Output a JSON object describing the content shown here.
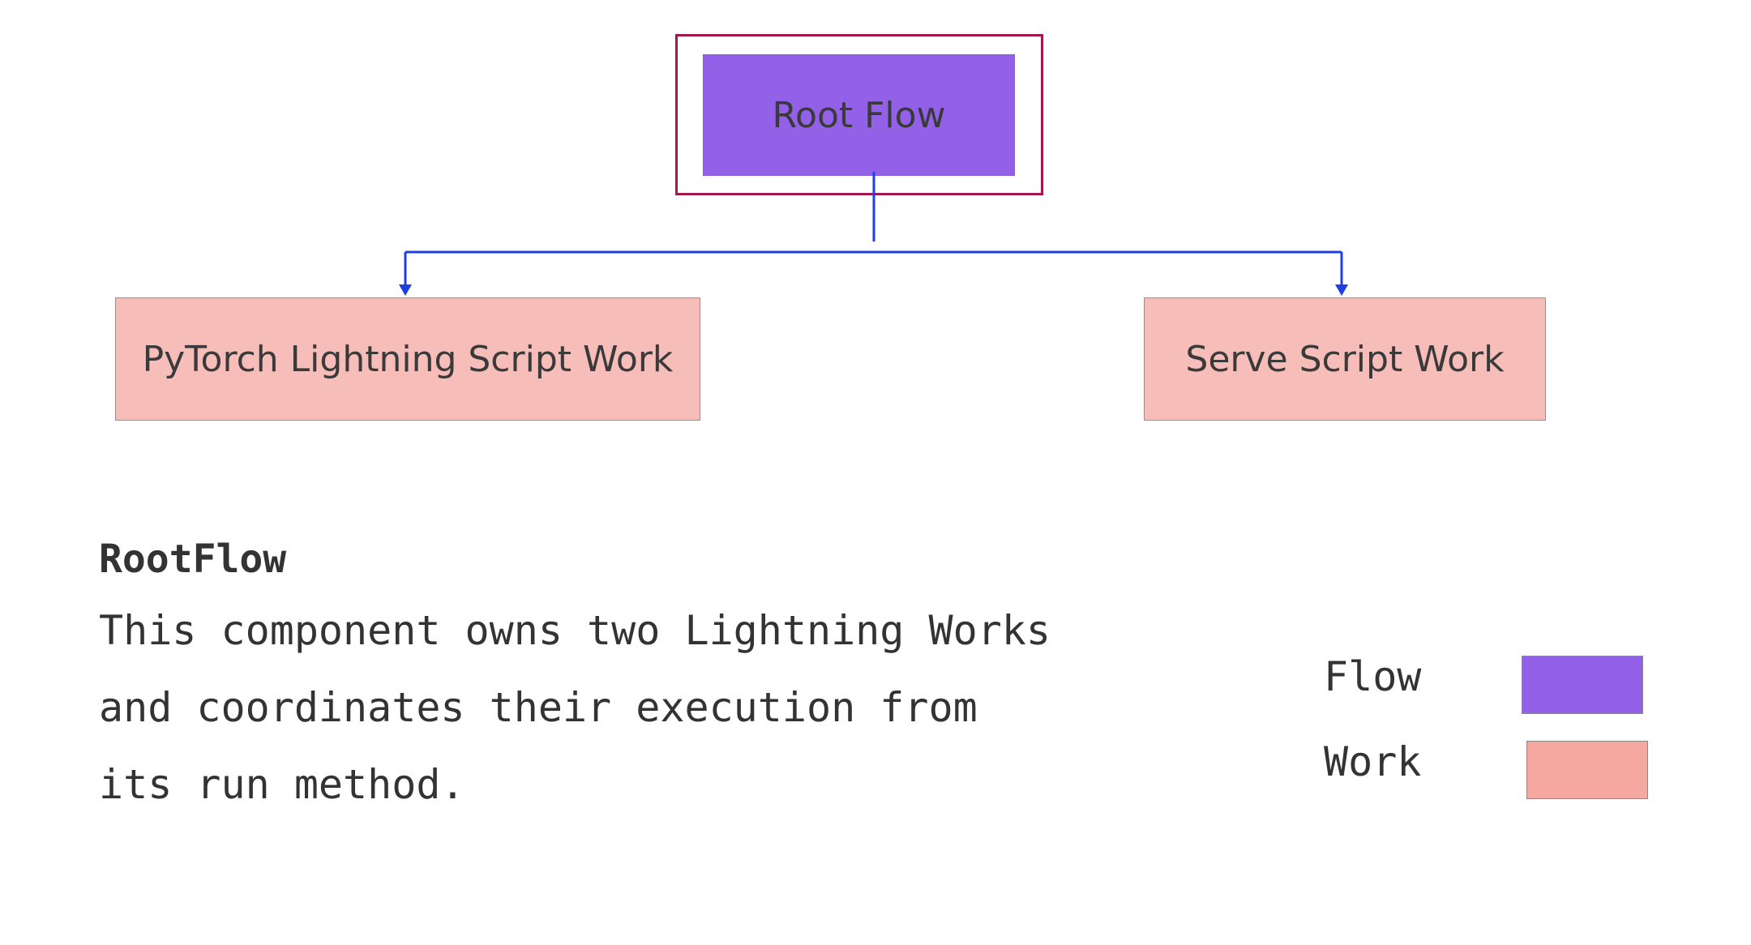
{
  "diagram": {
    "root": {
      "label": "Root Flow",
      "fill": "#9360e8",
      "selection_color": "#a3174f"
    },
    "children": [
      {
        "label": "PyTorch Lightning Script Work",
        "fill": "#f7bdb8"
      },
      {
        "label": "Serve Script Work",
        "fill": "#f7bdb8"
      }
    ],
    "edge_color": "#1f3fe0"
  },
  "description": {
    "title": "RootFlow",
    "lines": [
      "This component owns two Lightning Works",
      "and coordinates their execution from",
      "its run method."
    ]
  },
  "legend": {
    "items": [
      {
        "label": "Flow",
        "color": "#9360e8"
      },
      {
        "label": "Work",
        "color": "#f4a8a0"
      }
    ]
  }
}
